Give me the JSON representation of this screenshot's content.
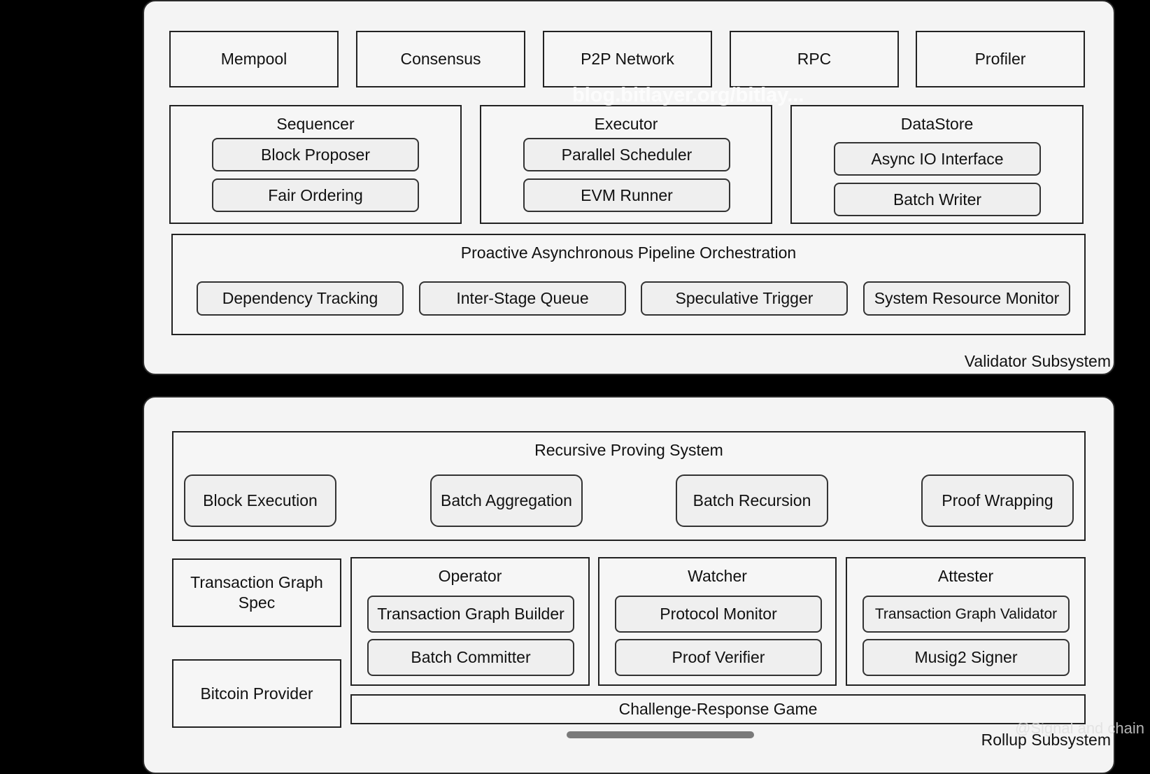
{
  "validator": {
    "label": "Validator Subsystem",
    "top_modules": [
      "Mempool",
      "Consensus",
      "P2P Network",
      "RPC",
      "Profiler"
    ],
    "sequencer": {
      "title": "Sequencer",
      "items": [
        "Block Proposer",
        "Fair Ordering"
      ]
    },
    "executor": {
      "title": "Executor",
      "items": [
        "Parallel Scheduler",
        "EVM Runner"
      ]
    },
    "datastore": {
      "title": "DataStore",
      "items": [
        "Async IO Interface",
        "Batch Writer"
      ]
    },
    "pipeline": {
      "title": "Proactive Asynchronous Pipeline Orchestration",
      "items": [
        "Dependency Tracking",
        "Inter-Stage Queue",
        "Speculative Trigger",
        "System Resource Monitor"
      ]
    }
  },
  "rollup": {
    "label": "Rollup Subsystem",
    "proving": {
      "title": "Recursive Proving System",
      "items": [
        "Block Execution",
        "Batch Aggregation",
        "Batch Recursion",
        "Proof Wrapping"
      ]
    },
    "graph_spec": {
      "line1": "Transaction Graph",
      "line2": "Spec"
    },
    "bitcoin_provider": "Bitcoin Provider",
    "operator": {
      "title": "Operator",
      "items": [
        "Transaction Graph Builder",
        "Batch Committer"
      ]
    },
    "watcher": {
      "title": "Watcher",
      "items": [
        "Protocol Monitor",
        "Proof Verifier"
      ]
    },
    "attester": {
      "title": "Attester",
      "items": [
        "Transaction Graph Validator",
        "Musig2 Signer"
      ]
    },
    "challenge": "Challenge-Response Game"
  },
  "watermark": "blog.bitlayer.org/bitlay...",
  "corner_mark": "@Signal and chain"
}
